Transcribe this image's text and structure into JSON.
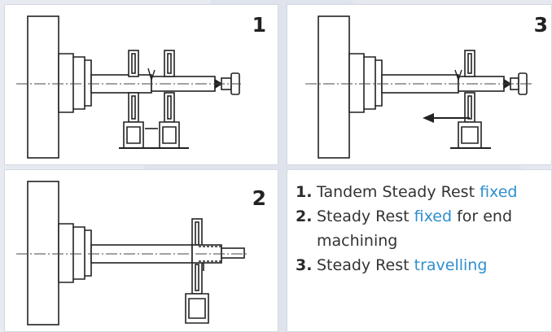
{
  "figures": [
    {
      "id": "fig-1",
      "number": "1"
    },
    {
      "id": "fig-2",
      "number": "2"
    },
    {
      "id": "fig-3",
      "number": "3"
    }
  ],
  "legend": [
    {
      "index": "1.",
      "text": "Tandem Steady Rest",
      "highlight": "fixed",
      "suffix": ""
    },
    {
      "index": "2.",
      "text": "Steady Rest",
      "highlight": "fixed",
      "suffix": "for end machining"
    },
    {
      "index": "3.",
      "text": "Steady Rest",
      "highlight": "travelling",
      "suffix": ""
    }
  ],
  "colors": {
    "background": "#dfe3ec",
    "highlight": "#2f8fcf",
    "text": "#333333",
    "line": "#222222"
  },
  "icons": [
    "arrow-left-icon"
  ]
}
